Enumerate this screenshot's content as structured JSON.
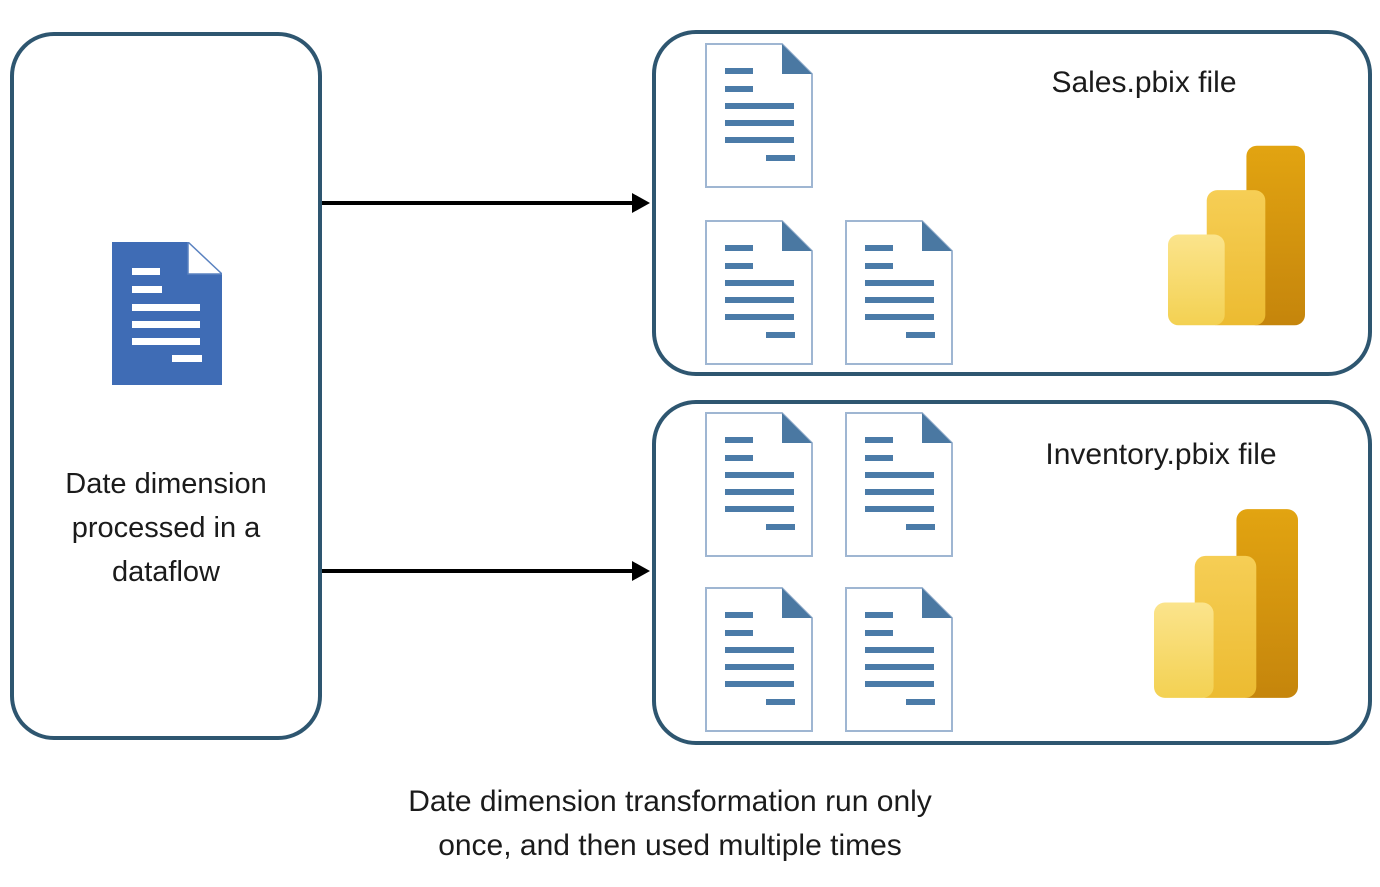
{
  "diagram": {
    "left_panel": {
      "lines": [
        "Date dimension",
        "processed in a",
        "dataflow"
      ]
    },
    "sales_box": {
      "title": "Sales.pbix file",
      "document_count": 3
    },
    "inventory_box": {
      "title": "Inventory.pbix file",
      "document_count": 4
    },
    "caption": {
      "lines": [
        "Date dimension transformation run only",
        "once, and then used multiple times"
      ]
    },
    "icons": {
      "dataflow_document": "blue-document-icon",
      "result_document": "document-outline-icon",
      "powerbi": "power-bi-logo-icon",
      "arrow": "arrow-right"
    },
    "colors": {
      "box_border": "#2E5670",
      "text": "#1B1B1B",
      "arrow": "#000000",
      "dataflow_doc_fill": "#3F6CB5",
      "doc_outline_stroke": "#9FB6D2",
      "doc_fold": "#4A78A2",
      "doc_line": "#4B7BA8",
      "powerbi_bar_light_top": "#FBE48C",
      "powerbi_bar_light_bottom": "#F3D152",
      "powerbi_bar_mid_top": "#F6CE55",
      "powerbi_bar_mid_bottom": "#ECBB31",
      "powerbi_bar_dark_top": "#E2A411",
      "powerbi_bar_dark_bottom": "#C5850C"
    }
  }
}
